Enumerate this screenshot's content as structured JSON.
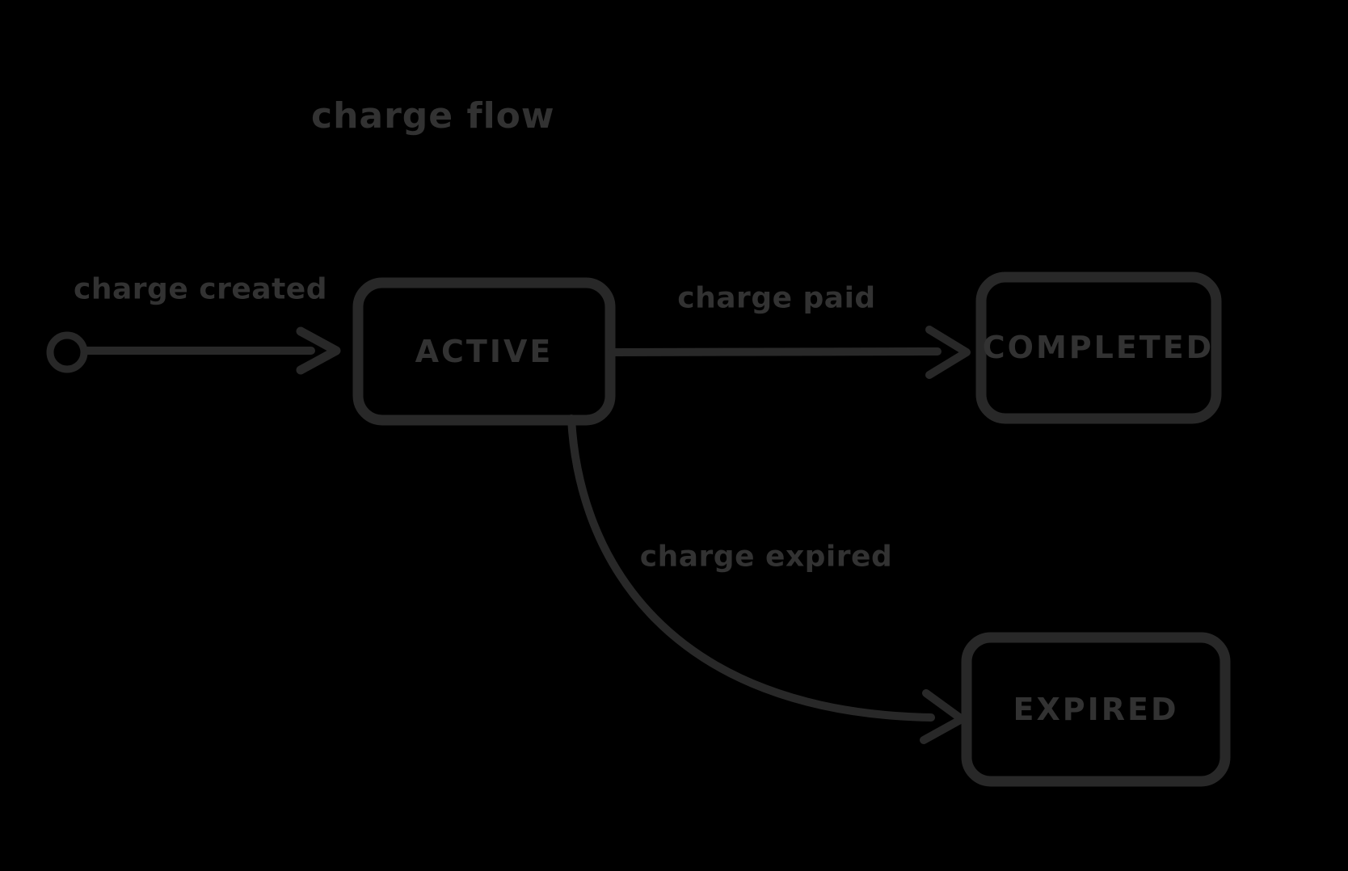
{
  "diagram": {
    "title": "charge flow",
    "kind": "state-machine",
    "colors": {
      "bg": "#000000",
      "ink": "#282828",
      "label": "#323232"
    },
    "states": [
      {
        "id": "initial",
        "label": "",
        "shape": "small-circle"
      },
      {
        "id": "active",
        "label": "ACTIVE",
        "shape": "rounded-rect"
      },
      {
        "id": "completed",
        "label": "COMPLETED",
        "shape": "rounded-rect"
      },
      {
        "id": "expired",
        "label": "EXPIRED",
        "shape": "rounded-rect"
      }
    ],
    "transitions": [
      {
        "from": "initial",
        "to": "active",
        "label": "charge created",
        "style": "straight-arrow"
      },
      {
        "from": "active",
        "to": "completed",
        "label": "charge paid",
        "style": "straight-arrow"
      },
      {
        "from": "active",
        "to": "expired",
        "label": "charge expired",
        "style": "curved-arrow"
      }
    ]
  }
}
